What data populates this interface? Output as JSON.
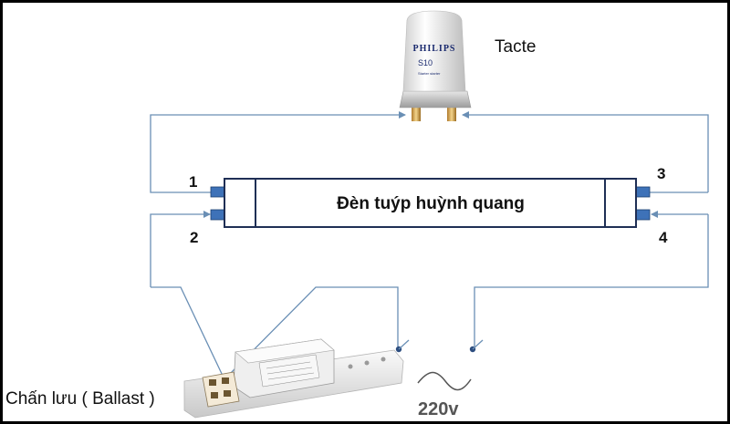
{
  "labels": {
    "tube": "Đèn tuýp huỳnh quang",
    "starter": "Tacte",
    "ballast": "Chấn lưu ( Ballast )",
    "voltage": "220v",
    "pin1": "1",
    "pin2": "2",
    "pin3": "3",
    "pin4": "4"
  },
  "starter_print": {
    "brand": "PHILIPS",
    "model": "S10",
    "subtitle": "Starter starter"
  },
  "colors": {
    "wire": "#6a8fb5",
    "tube_border": "#1f2f55",
    "pin": "#3e72b8",
    "frame": "#000000"
  }
}
